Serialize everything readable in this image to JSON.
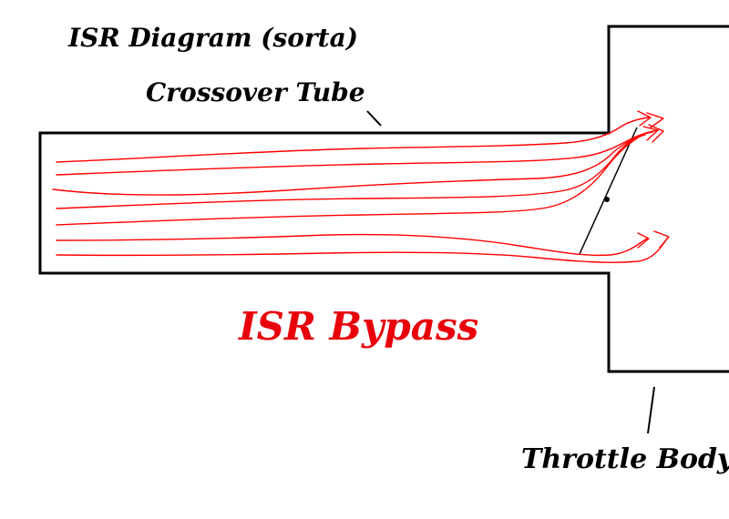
{
  "diagram": {
    "title": "ISR Diagram (sorta)",
    "labels": {
      "crossover_tube": "Crossover Tube",
      "isr_bypass": "ISR Bypass",
      "throttle_body": "Throttle Body"
    }
  },
  "colors": {
    "outline": "#000000",
    "airflow": "#ff0000",
    "bypass_text": "#e8000b",
    "label_text": "#000000",
    "background": "#ffffff"
  }
}
